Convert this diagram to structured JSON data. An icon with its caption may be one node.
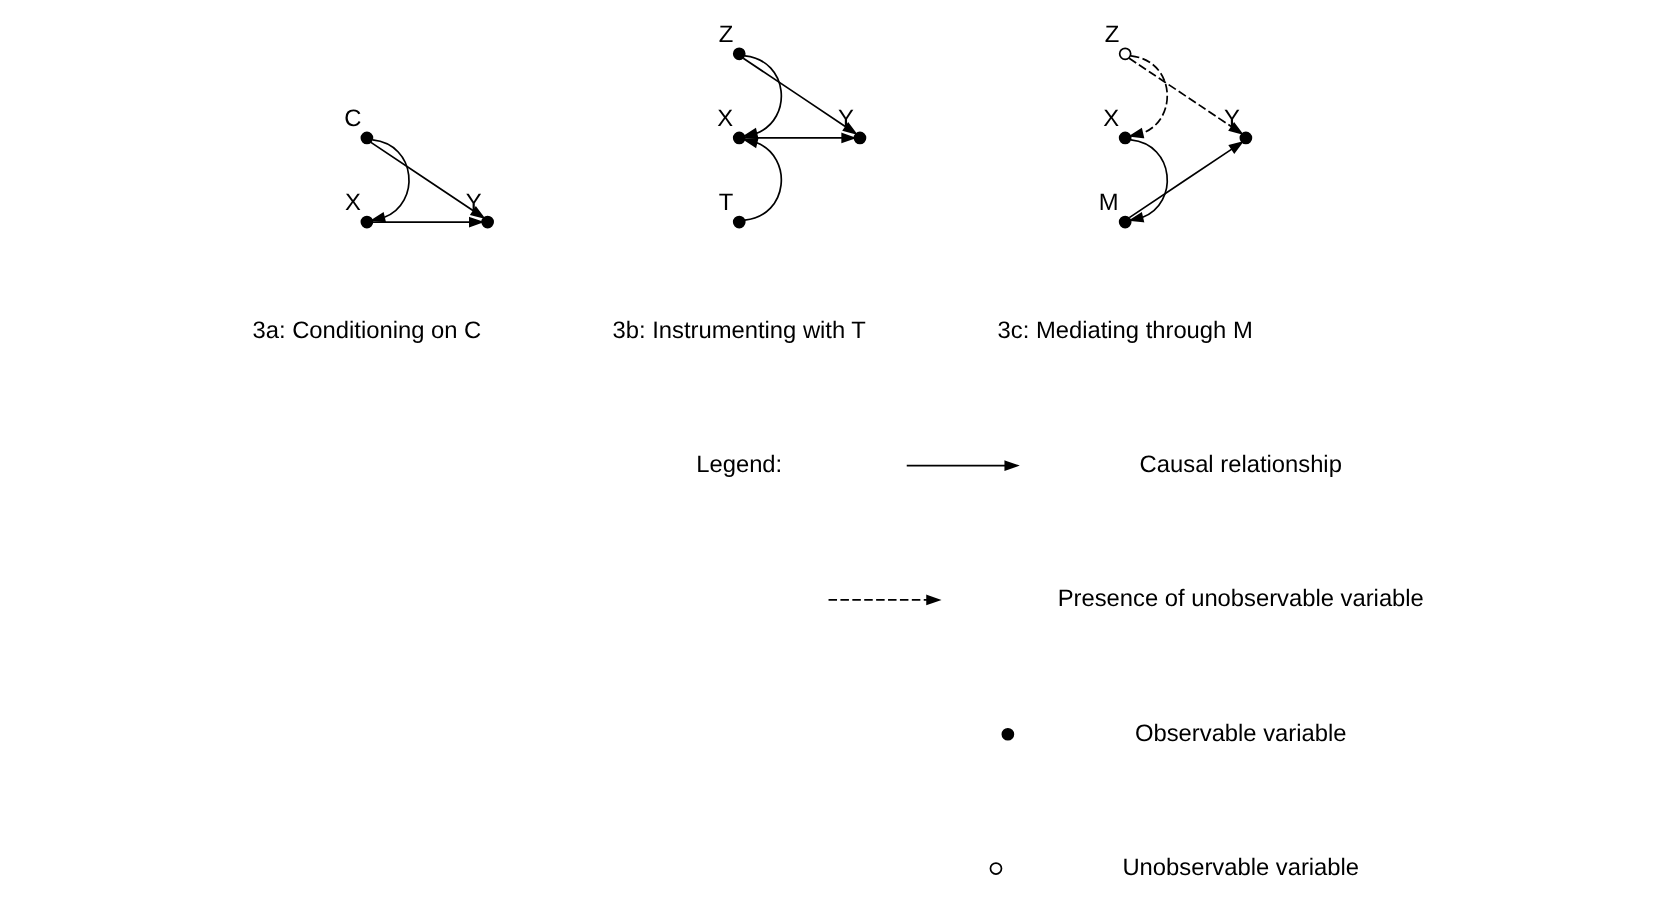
{
  "diagram": {
    "nodes": [
      {
        "text": [
          "C"
        ]
      },
      {
        "text": [
          "X"
        ]
      },
      {
        "text": [
          "Y"
        ]
      },
      {
        "text": [
          "Z"
        ]
      },
      {
        "text": [
          "X"
        ]
      },
      {
        "text": [
          "Y"
        ]
      },
      {
        "text": [
          "T"
        ]
      },
      {
        "text": [
          "Z"
        ]
      },
      {
        "text": [
          "X"
        ]
      },
      {
        "text": [
          "Y"
        ]
      },
      {
        "text": [
          "M"
        ]
      }
    ],
    "edges": [
      {
        "from": 0,
        "to": 1,
        "arrow": "to"
      },
      {
        "from": 0,
        "to": 2,
        "arrow": "to"
      },
      {
        "from": 1,
        "to": 2,
        "arrow": "to"
      },
      {
        "from": 3,
        "to": 4,
        "arrow": "to"
      },
      {
        "from": 3,
        "to": 5,
        "arrow": "to"
      },
      {
        "from": 4,
        "to": 5,
        "arrow": "to"
      },
      {
        "from": 6,
        "to": 4,
        "arrow": "to"
      },
      {
        "from": 7,
        "to": 8,
        "arrow": "to",
        "style": "dashed"
      },
      {
        "from": 7,
        "to": 9,
        "arrow": "to",
        "style": "dashed"
      },
      {
        "from": 8,
        "to": 10,
        "arrow": "to"
      },
      {
        "from": 10,
        "to": 9,
        "arrow": "to"
      }
    ],
    "labels": [
      "3a: Conditioning on C",
      "3b: Instrumenting with T",
      "3c: Mediating through M",
      "Legend:"
    ],
    "legend": [
      {
        "text": "Causal relationship"
      },
      {
        "text": "Presence of unobservable variable"
      },
      {
        "text": "Observable variable"
      },
      {
        "text": "Unobservable variable"
      }
    ]
  }
}
